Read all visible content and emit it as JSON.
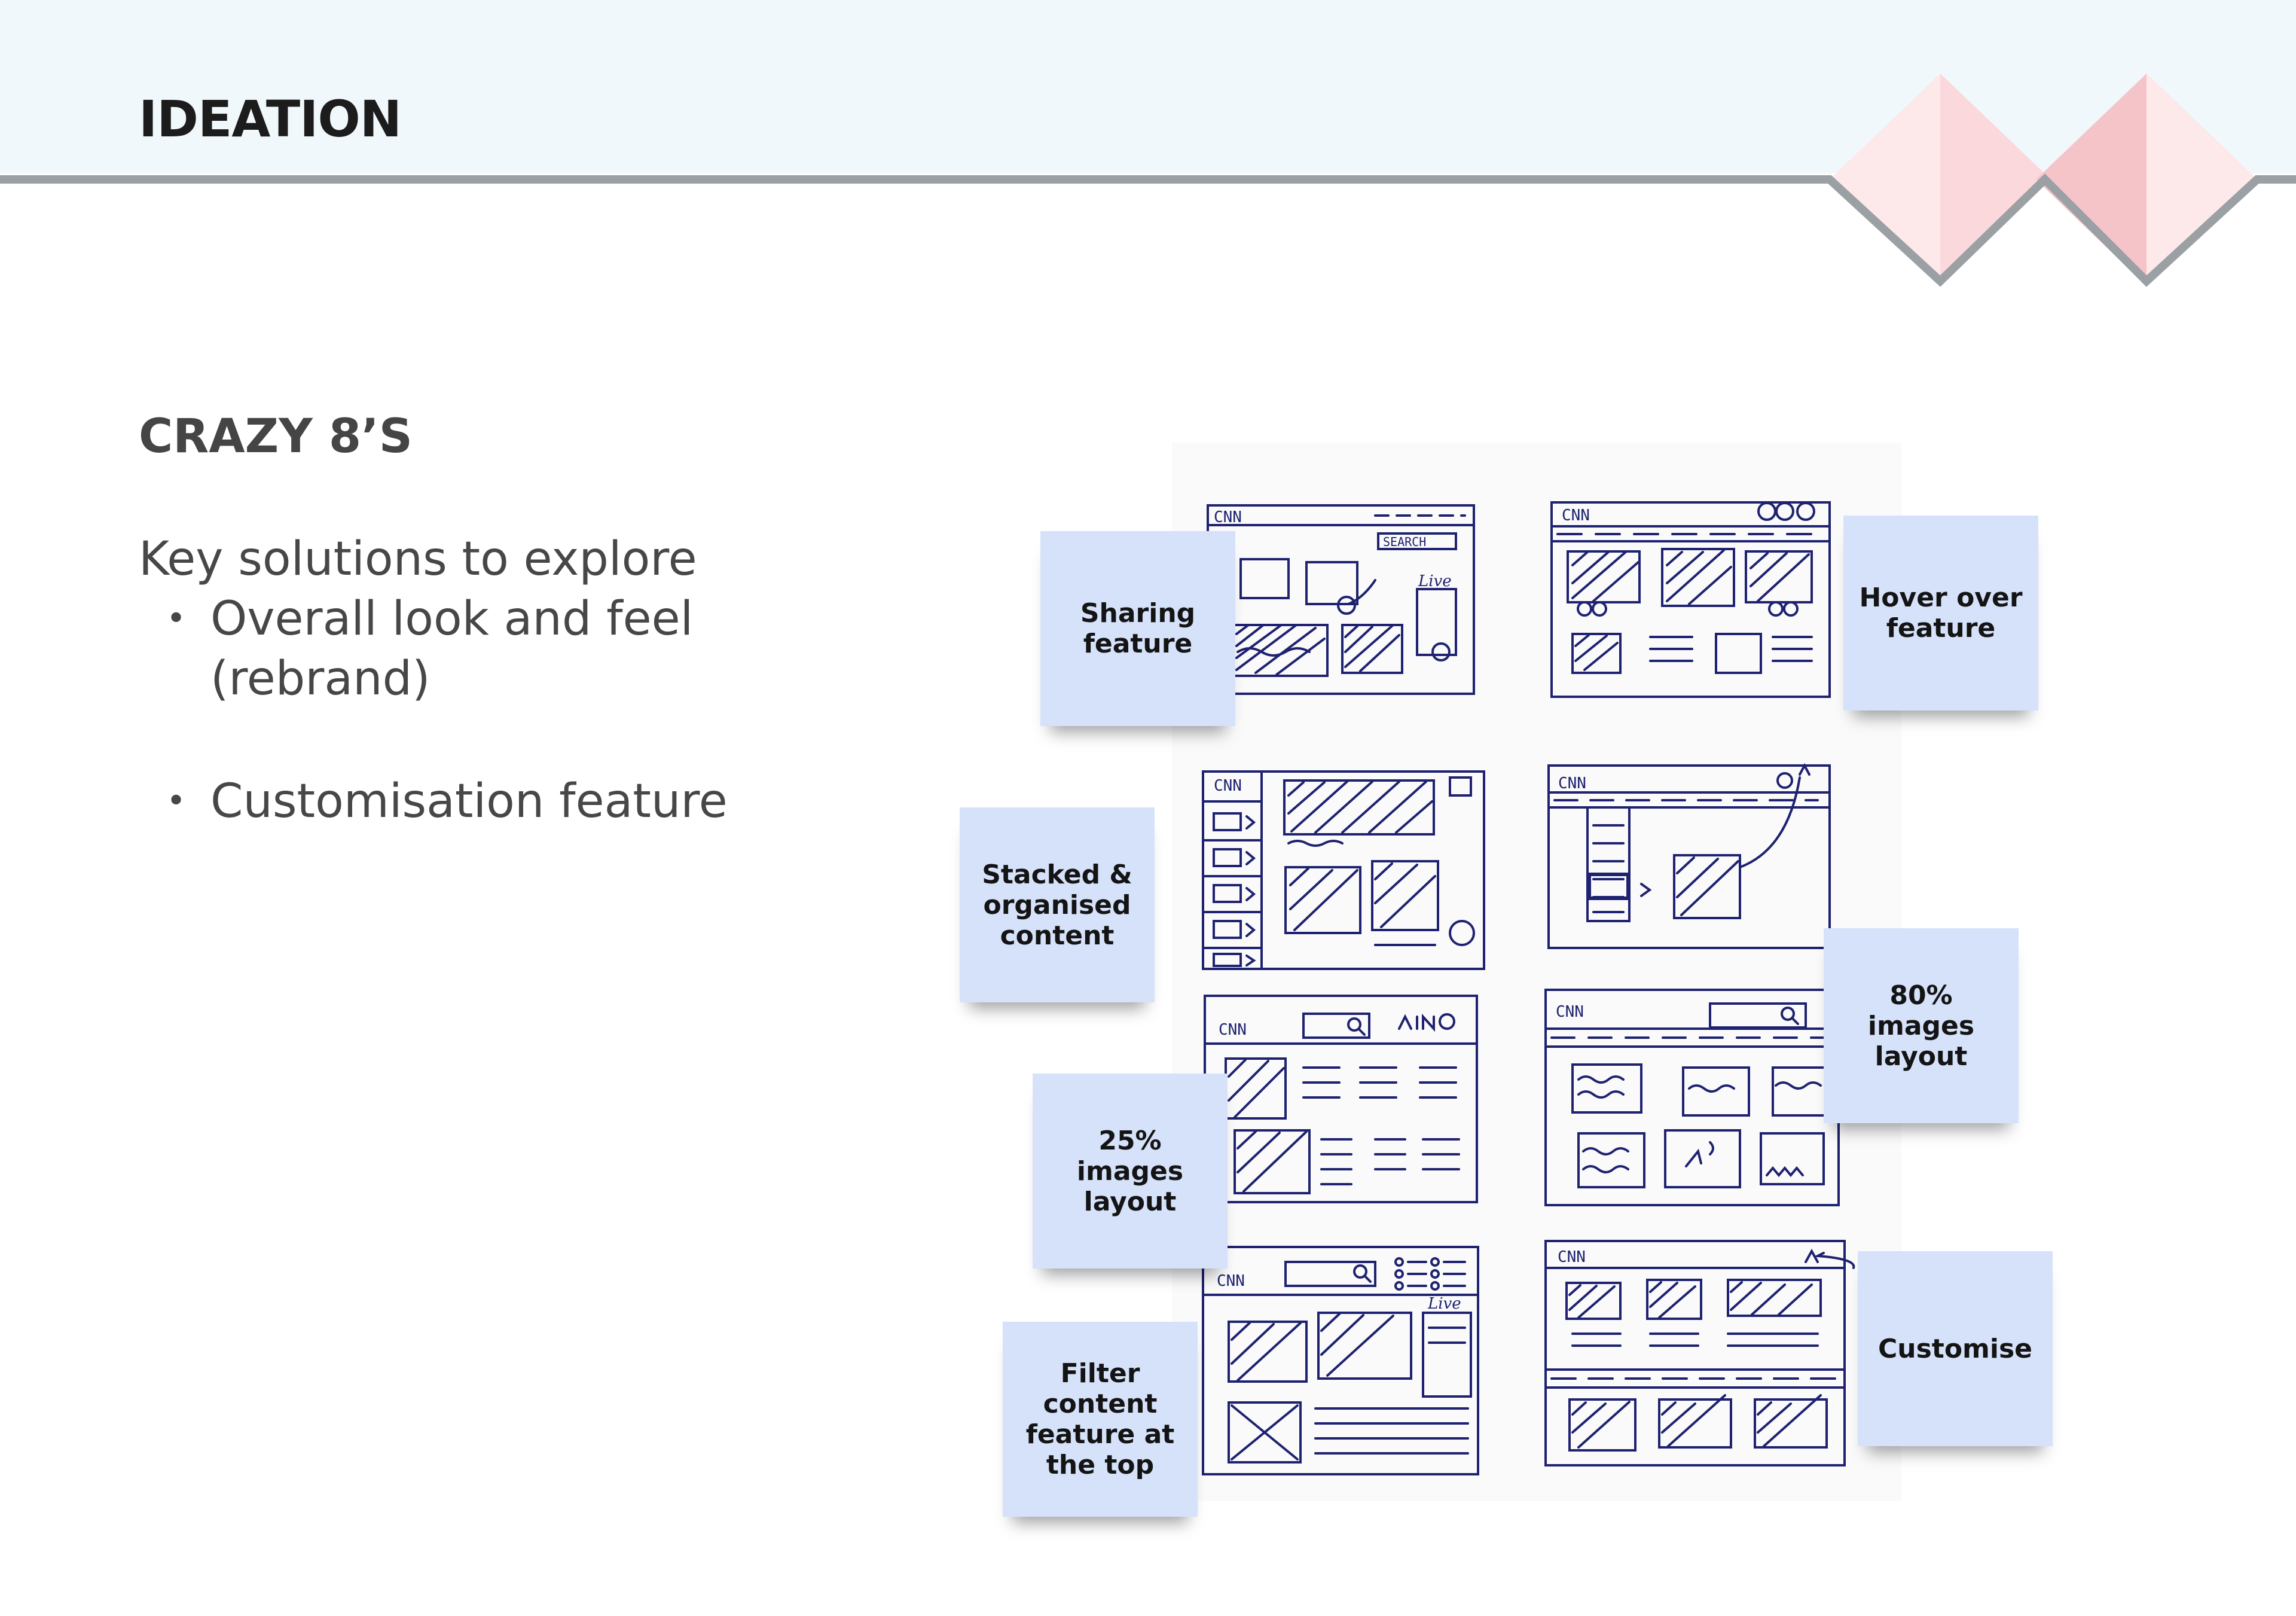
{
  "header": {
    "title": "IDEATION"
  },
  "section": {
    "title": "CRAZY 8’S",
    "intro": "Key solutions to explore",
    "bullets": [
      {
        "line1": "Overall look and feel",
        "line2": "(rebrand)"
      },
      {
        "line1": "Customisation feature"
      }
    ]
  },
  "sketch": {
    "logo_text": "CNN",
    "search_label": "SEARCH",
    "live_label": "Live"
  },
  "notes": [
    "Sharing feature",
    "Hover over feature",
    "Stacked & organised content",
    "80% images layout",
    "25% images layout",
    "Filter content feature at the top",
    "Customise"
  ],
  "colors": {
    "header_band": "#f0f8fc",
    "header_rule": "#9aa0a3",
    "sticky_note": "#d6e2fa",
    "sketch_ink": "#1e2270",
    "deco_pink_light": "#fde8ea",
    "deco_pink": "#f5c4c9"
  }
}
